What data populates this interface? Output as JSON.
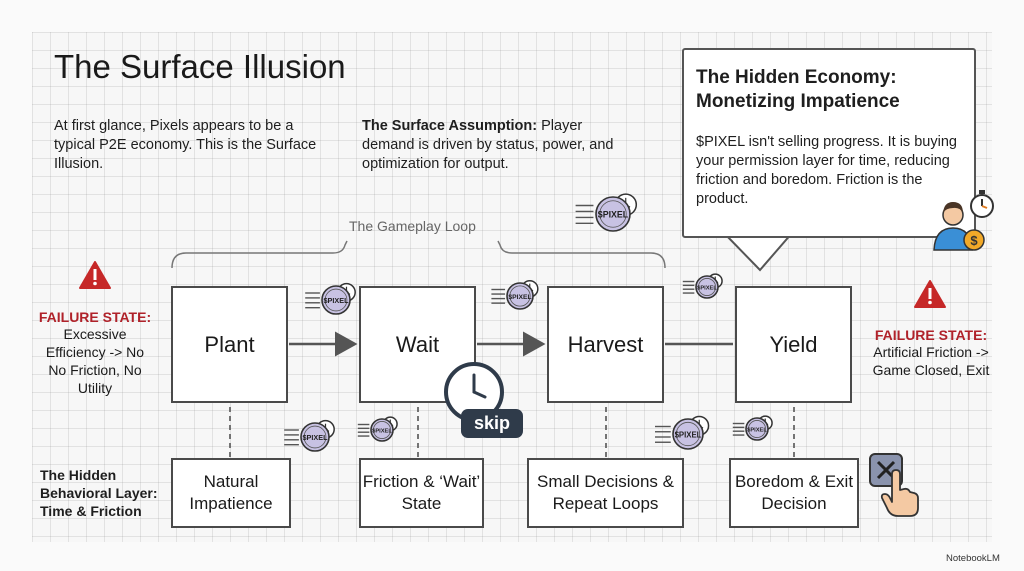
{
  "title": "The Surface Illusion",
  "intro": "At first glance, Pixels appears to be a typical P2E economy. This is the Surface Illusion.",
  "surface_assumption": {
    "label": "The Surface Assumption:",
    "text": "Player demand is driven by status, power, and optimization for output."
  },
  "hidden_economy": {
    "title": "The Hidden Economy: Monetizing Impatience",
    "body": "$PIXEL isn't selling progress. It is buying your permission layer for time, reducing friction and boredom. Friction is the product."
  },
  "loop_label": "The Gameplay Loop",
  "stages": [
    "Plant",
    "Wait",
    "Harvest",
    "Yield"
  ],
  "behaviors": [
    "Natural Impatience",
    "Friction & ‘Wait’ State",
    "Small Decisions & Repeat Loops",
    "Boredom & Exit Decision"
  ],
  "hidden_layer_label": "The Hidden Behavioral Layer: Time & Friction",
  "failure_left": {
    "title": "FAILURE STATE:",
    "text": "Excessive Efficiency -> No No Friction, No Utility"
  },
  "failure_right": {
    "title": "FAILURE STATE:",
    "text": "Artificial Friction -> Game Closed, Exit"
  },
  "coin_label": "$PIXEL",
  "skip_label": "skip",
  "brand": "NotebookLM",
  "colors": {
    "alert": "#c62828",
    "coin": "#c8c2e3",
    "skip_bg": "#2f3b4a",
    "person_shirt": "#3a8fd6",
    "money": "#f2a928"
  }
}
